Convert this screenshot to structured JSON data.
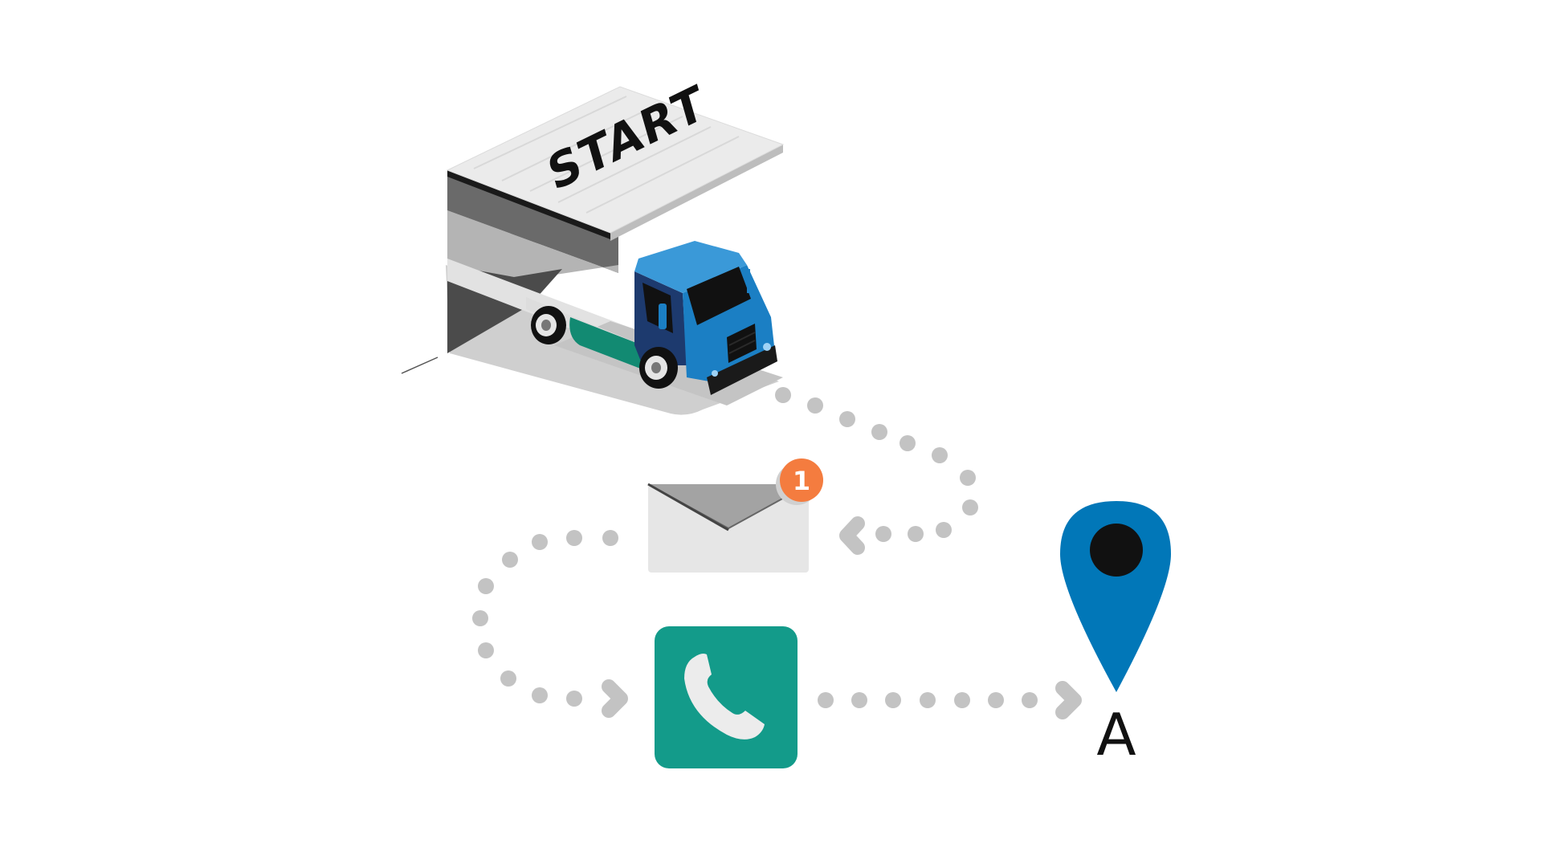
{
  "depot": {
    "sign_text": "START"
  },
  "email": {
    "badge_count": "1"
  },
  "destination": {
    "label": "A"
  },
  "colors": {
    "truck_blue": "#1b7fc4",
    "truck_blue_dark": "#1d3a6e",
    "phone_green": "#139b8a",
    "pin_blue": "#0177b8",
    "badge_orange": "#f47c3f",
    "dot_gray": "#c3c3c3"
  },
  "icons": {
    "truck": "truck-icon",
    "envelope": "envelope-icon",
    "phone": "phone-icon",
    "pin": "map-pin-icon"
  }
}
